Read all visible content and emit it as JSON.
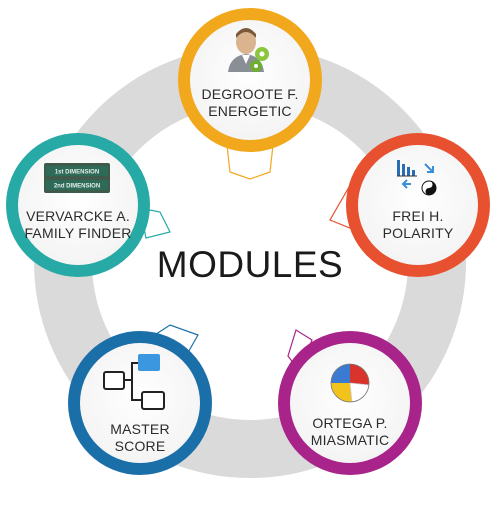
{
  "title": "MODULES",
  "modules": [
    {
      "line1": "DEGROOTE F.",
      "line2": "ENERGETIC",
      "color": "#F2A81D",
      "icon": "user-gear-icon"
    },
    {
      "line1": "FREI H.",
      "line2": "POLARITY",
      "color": "#E8512F",
      "icon": "polarity-icon"
    },
    {
      "line1": "ORTEGA P.",
      "line2": "MIASMATIC",
      "color": "#A8238A",
      "icon": "pie-chart-icon"
    },
    {
      "line1": "MASTER",
      "line2": "SCORE",
      "color": "#1B6FA8",
      "icon": "flowchart-icon"
    },
    {
      "line1": "VERVARCKE A.",
      "line2": "FAMILY FINDER",
      "color": "#27A9A6",
      "icon": "dimension-icon"
    }
  ],
  "ring_color": "#DADADA",
  "dimension_icon_text": [
    "1st DIMENSION",
    "2nd DIMENSION"
  ]
}
